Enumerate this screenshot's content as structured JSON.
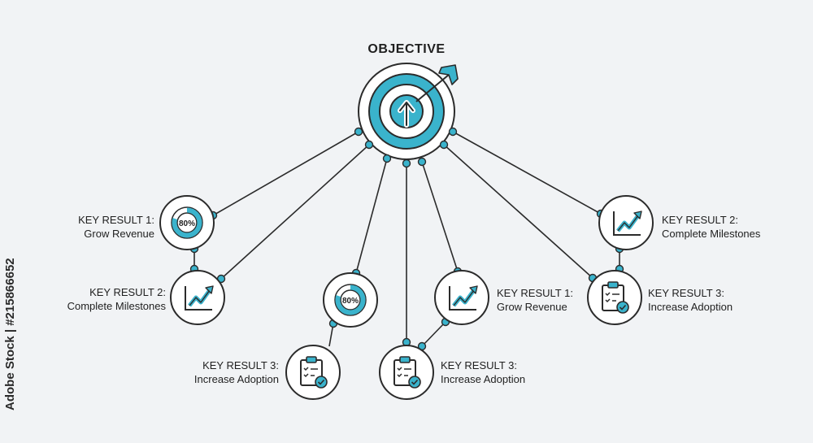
{
  "objective": {
    "title": "OBJECTIVE",
    "icon": "target-arrow-icon"
  },
  "key_results": [
    {
      "id": "kr-left-1",
      "line1": "KEY RESULT 1:",
      "line2": "Grow Revenue",
      "icon": "progress-donut-icon",
      "progress_text": "80%",
      "progress": 0.8
    },
    {
      "id": "kr-left-2",
      "line1": "KEY RESULT 2:",
      "line2": "Complete Milestones",
      "icon": "trend-chart-icon"
    },
    {
      "id": "kr-mid-left-3",
      "line1": "KEY RESULT 3:",
      "line2": "Increase Adoption",
      "icon": "clipboard-check-icon"
    },
    {
      "id": "kr-mid-left-donut",
      "icon": "progress-donut-icon",
      "progress_text": "80%",
      "progress": 0.8
    },
    {
      "id": "kr-mid-right-3",
      "line1": "KEY RESULT 3:",
      "line2": "Increase Adoption",
      "icon": "clipboard-check-icon"
    },
    {
      "id": "kr-mid-right-1",
      "line1": "KEY RESULT 1:",
      "line2": "Grow Revenue",
      "icon": "trend-chart-icon"
    },
    {
      "id": "kr-right-2",
      "line1": "KEY RESULT 2:",
      "line2": "Complete Milestones",
      "icon": "trend-chart-icon"
    },
    {
      "id": "kr-right-3",
      "line1": "KEY RESULT 3:",
      "line2": "Increase Adoption",
      "icon": "clipboard-check-icon"
    }
  ],
  "side_id": "Adobe Stock | #215866652",
  "colors": {
    "accent": "#3ab3cc",
    "line": "#2b2b2b",
    "background": "#f1f3f5",
    "circle_fill": "#ffffff"
  }
}
